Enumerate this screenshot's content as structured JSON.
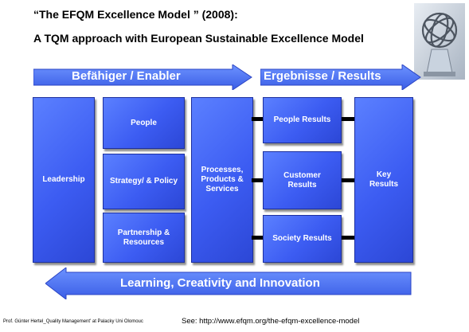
{
  "title_line1": "“The EFQM Excellence Model ” (2008):",
  "title_line2": "A TQM approach with European Sustainable Excellence Model",
  "arrows": {
    "enabler": "Befähiger / Enabler",
    "results": "Ergebnisse / Results",
    "learning": "Learning, Creativity and Innovation"
  },
  "boxes": {
    "leadership": "Leadership",
    "people": "People",
    "strategy": "Strategy/ & Policy",
    "partnership": "Partnership & Resources",
    "processes": "Processes, Products & Services",
    "people_results": "People Results",
    "customer_results": "Customer Results",
    "society_results": "Society Results",
    "key_results": "Key Results"
  },
  "footer": {
    "author": "Prof. Günter Hertel_Quality Management' at Palacky Uni Olomouc",
    "see": "See: http://www.efqm.org/the-efqm-excellence-model"
  },
  "colors": {
    "box": "#3c5cf2",
    "arrow": "#4a74ee",
    "text": "#ffffff"
  },
  "icons": {
    "logo": "efqm-trophy-icon"
  }
}
